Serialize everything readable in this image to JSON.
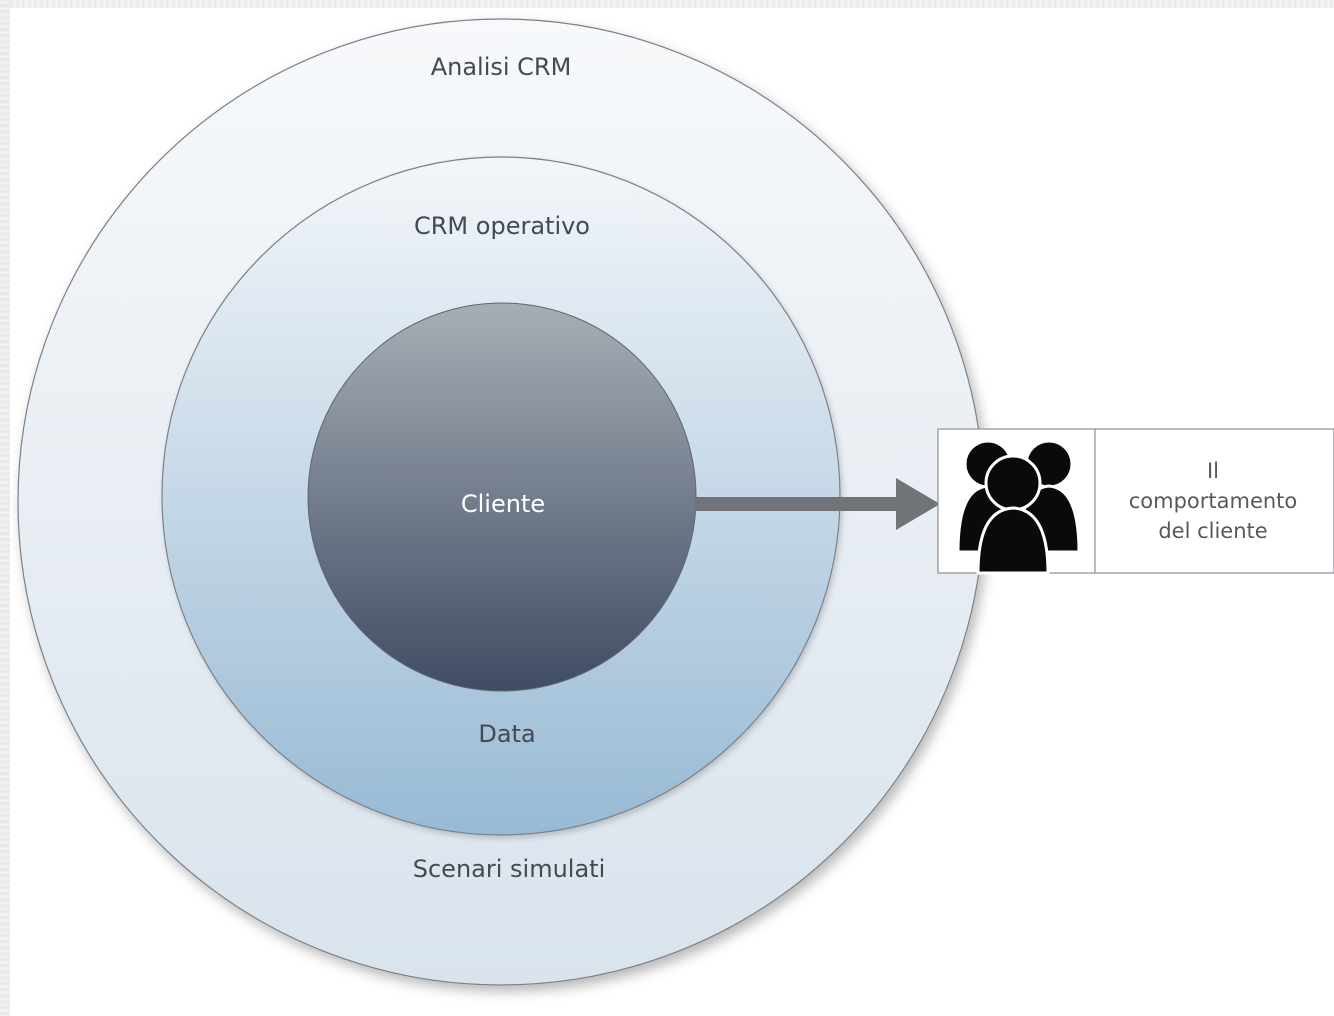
{
  "diagram": {
    "outer_ring": {
      "label": "Analisi CRM",
      "bottom_label": "Scenari simulati"
    },
    "middle_ring": {
      "label": "CRM operativo",
      "bottom_label": "Data"
    },
    "core": {
      "label": "Cliente"
    },
    "output": {
      "icon": "people-group-icon",
      "lines": [
        "Il",
        "comportamento",
        "del cliente"
      ]
    }
  }
}
